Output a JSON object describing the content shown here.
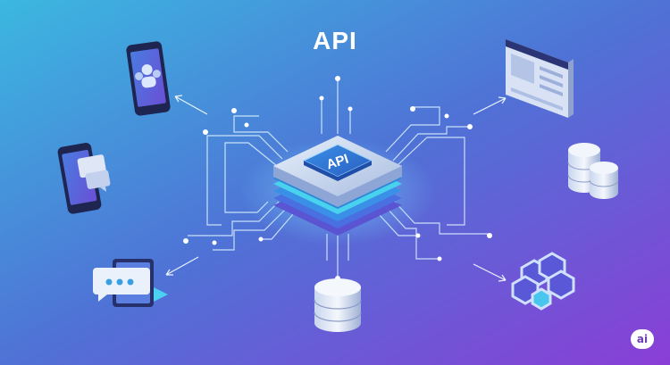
{
  "header": {
    "title": "API"
  },
  "chip": {
    "label": "API"
  },
  "watermark": {
    "text": "ai"
  },
  "icons": [
    "smartphone-users-icon",
    "smartphone-chat-icon",
    "chat-window-icon",
    "browser-window-icon",
    "database-cluster-icon",
    "database-icon",
    "cube-network-icon"
  ],
  "colors": {
    "background_start": "#3ab6de",
    "background_end": "#8a3fd6",
    "accent_white": "#ffffff",
    "chip_blue": "#2f7bd8",
    "layer_cyan": "#49d2ee",
    "layer_blue": "#3a7fdc",
    "layer_indigo": "#5a4fd0"
  }
}
